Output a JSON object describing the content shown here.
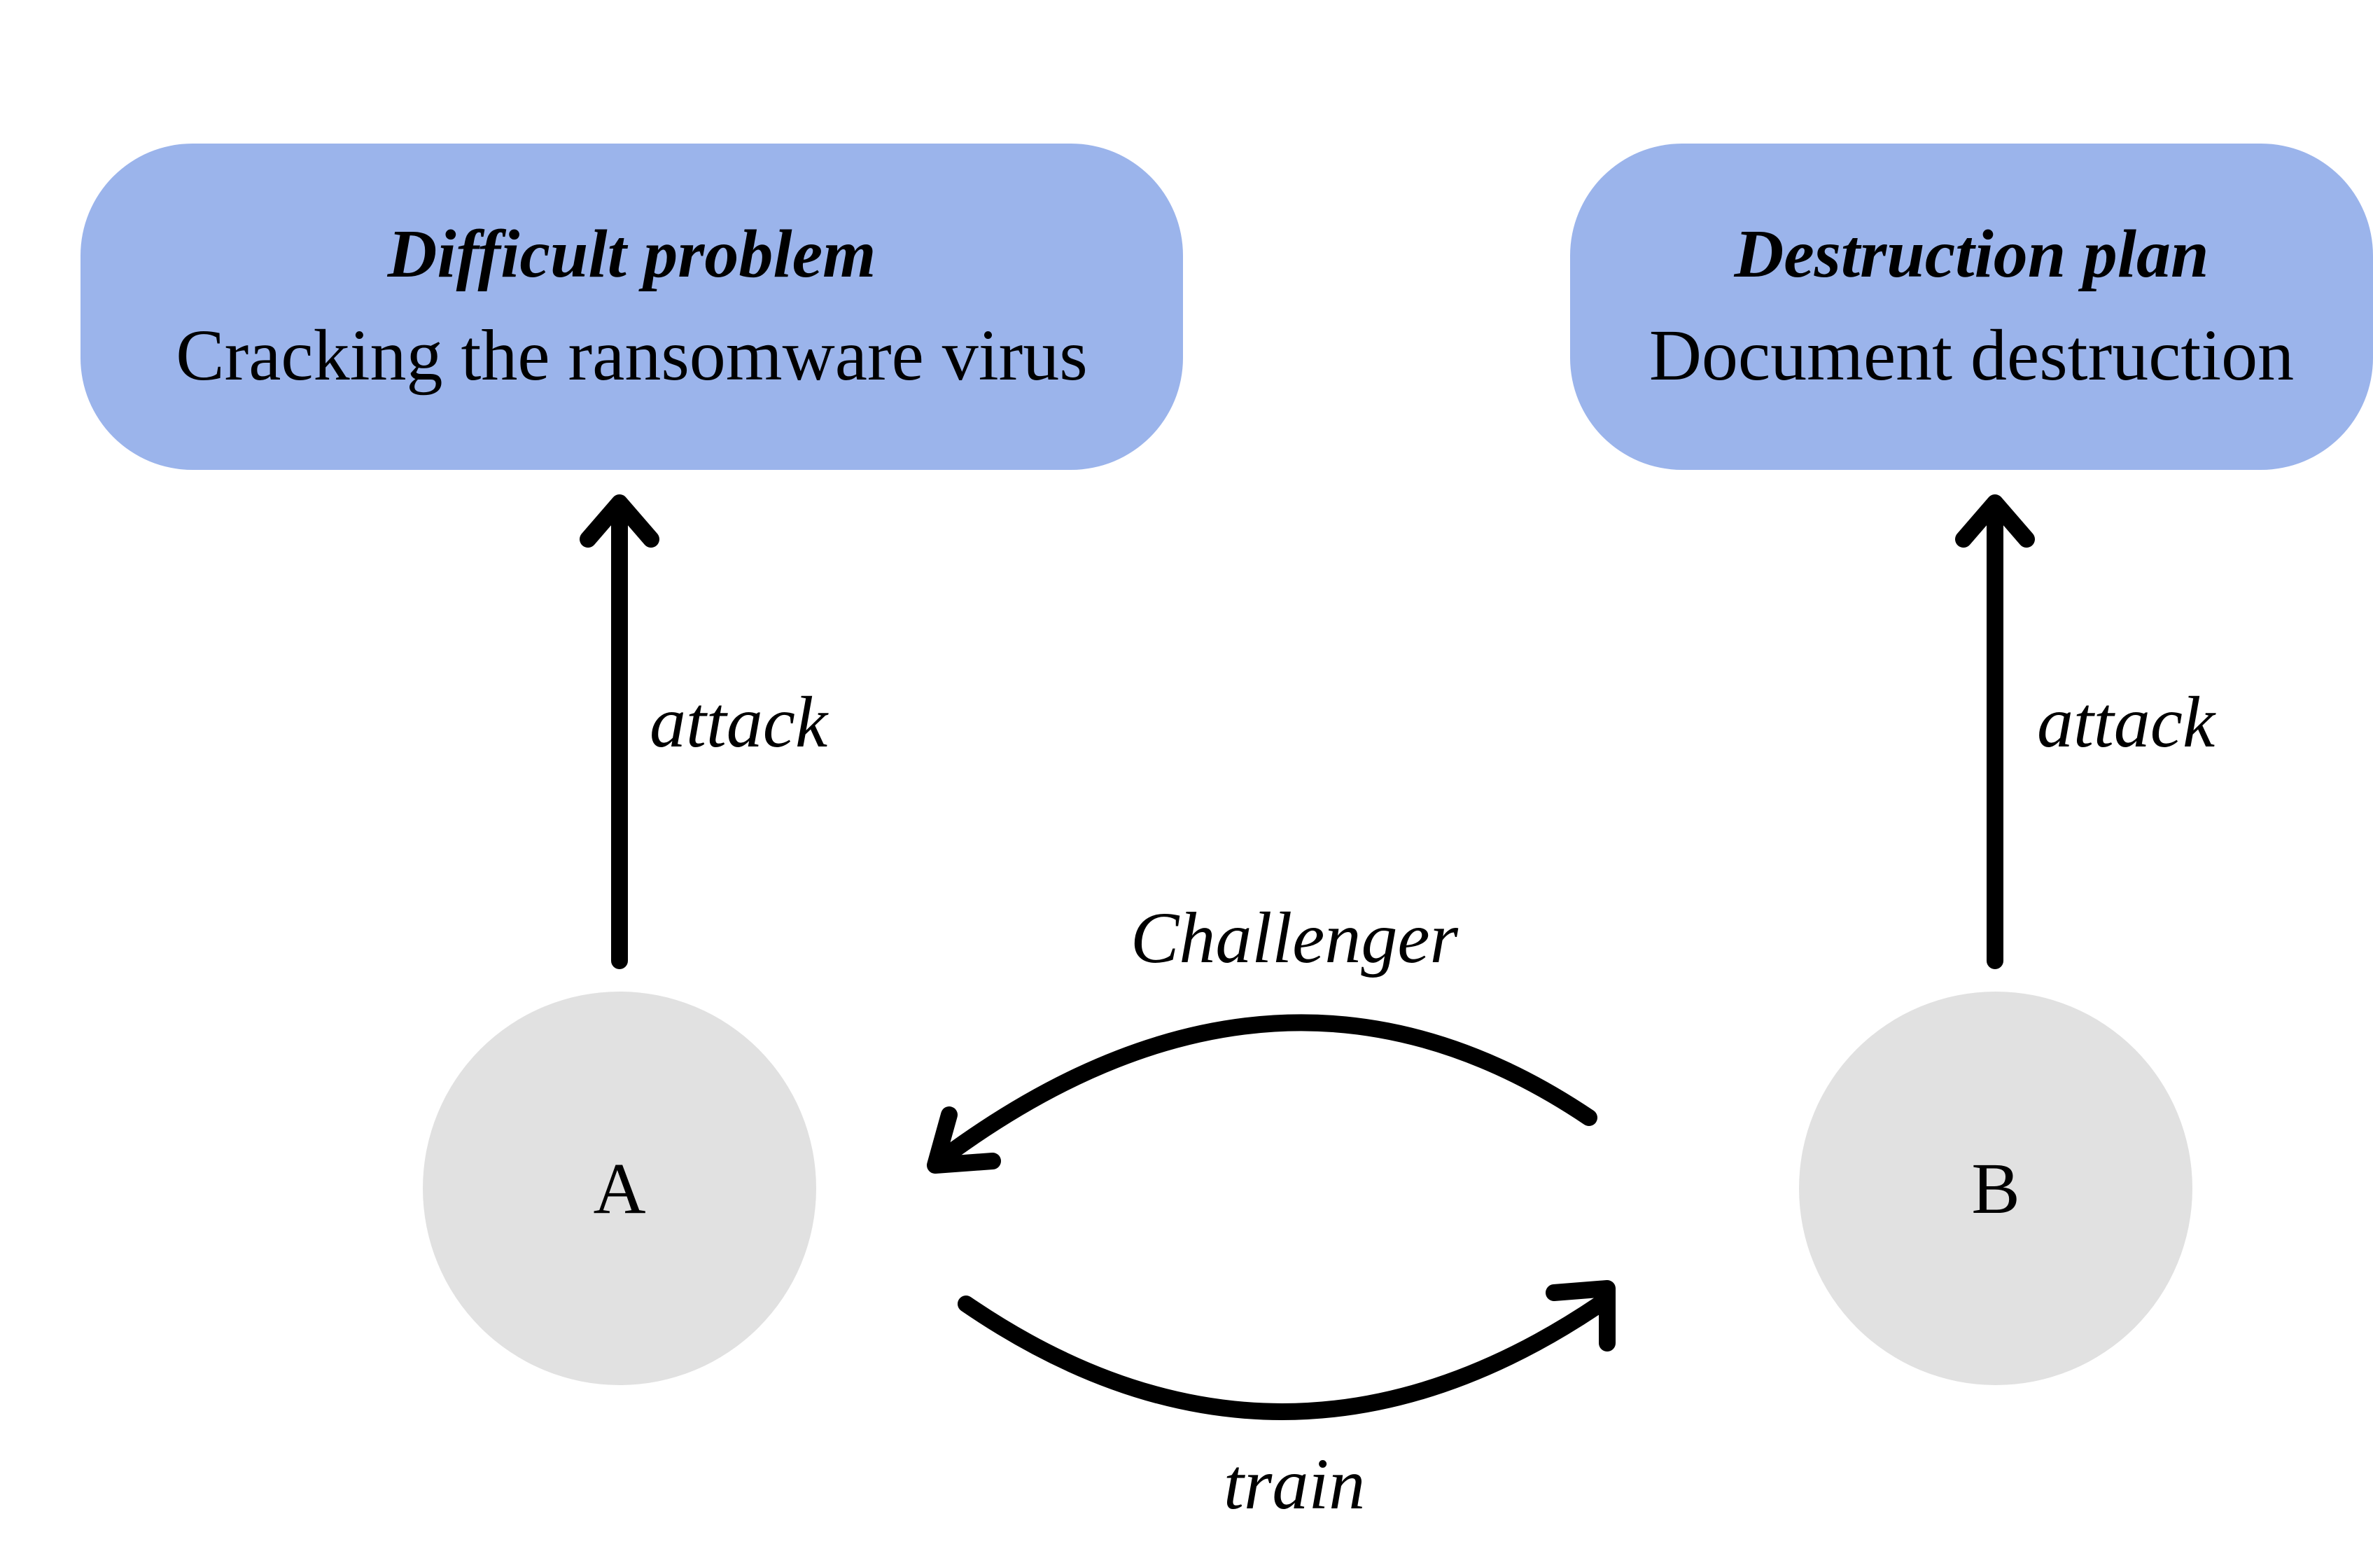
{
  "diagram": {
    "boxes": [
      {
        "title": "Difficult problem",
        "subtitle": "Cracking the ransomware virus",
        "color": "#9bb4eb"
      },
      {
        "title": "Destruction plan",
        "subtitle": "Document destruction",
        "color": "#9bb4eb"
      }
    ],
    "nodes": [
      {
        "label": "A",
        "color": "#e1e1e1"
      },
      {
        "label": "B",
        "color": "#e1e1e1"
      }
    ],
    "edges": [
      {
        "from": "A",
        "to": "Difficult problem",
        "label": "attack"
      },
      {
        "from": "B",
        "to": "Destruction plan",
        "label": "attack"
      },
      {
        "from": "B",
        "to": "A",
        "label": "Challenger"
      },
      {
        "from": "A",
        "to": "B",
        "label": "train"
      }
    ]
  }
}
